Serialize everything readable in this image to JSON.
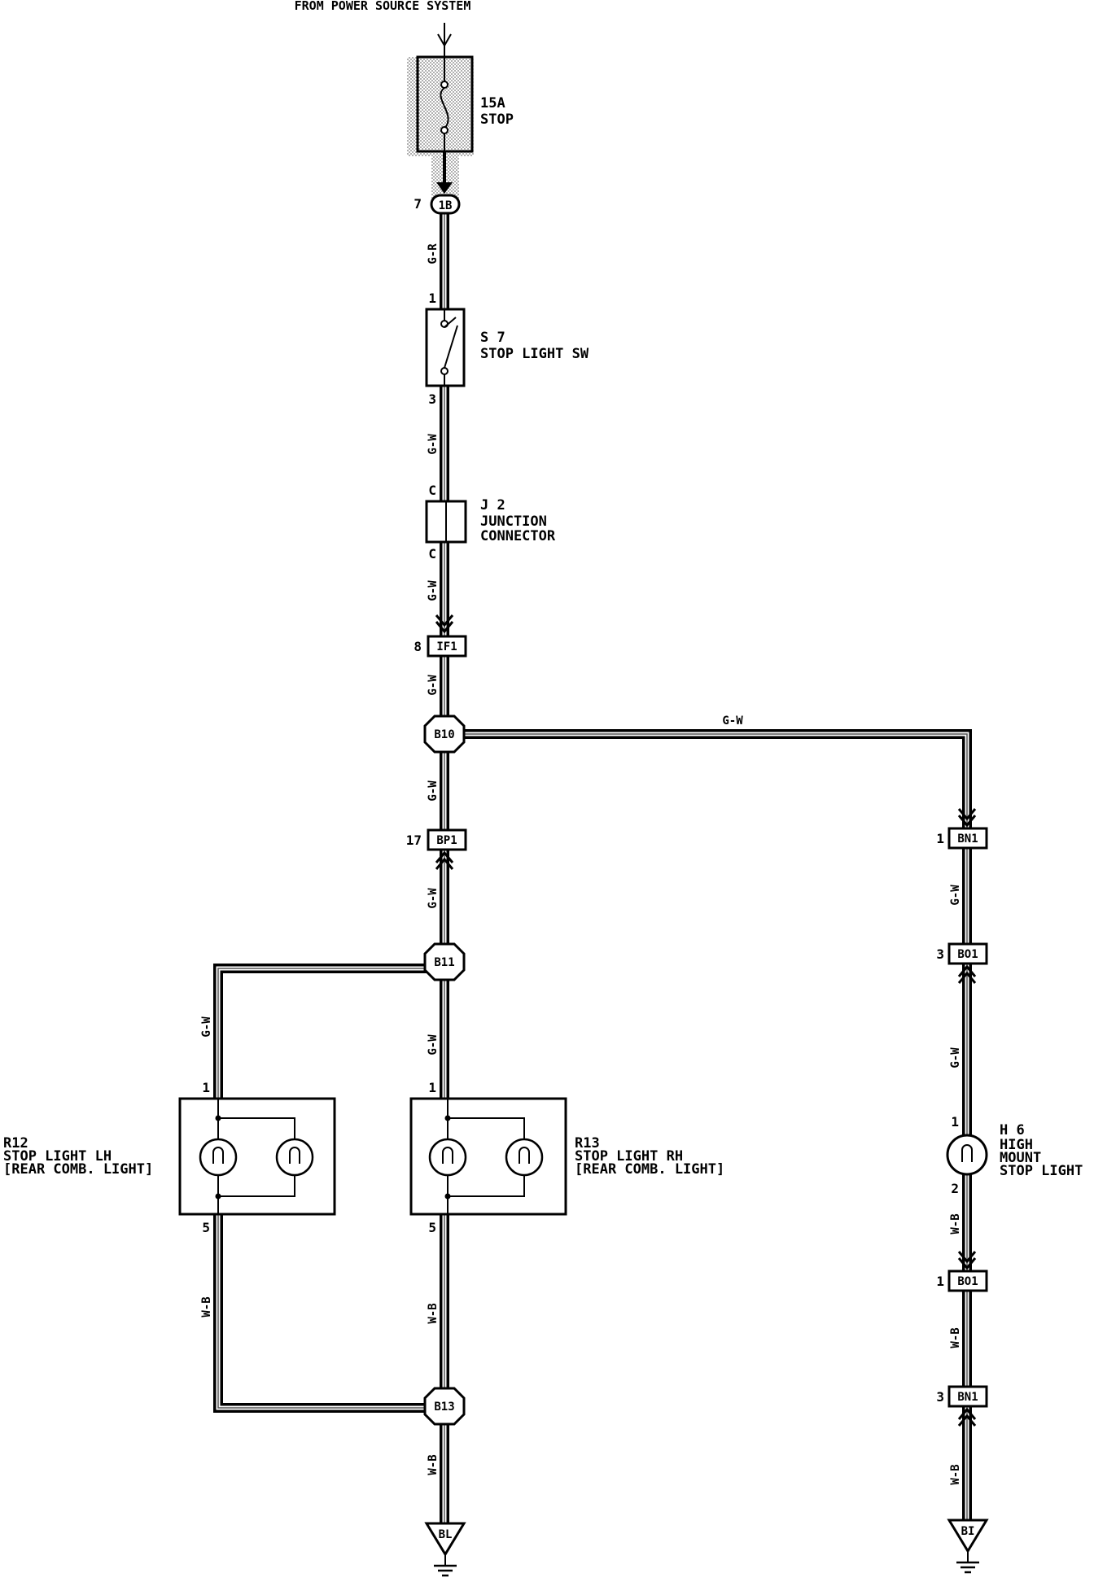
{
  "title": "FROM POWER SOURCE SYSTEM",
  "fuse": {
    "rating": "15A",
    "name": "STOP"
  },
  "connectors": {
    "c_1B": {
      "label": "1B",
      "pin": "7"
    },
    "c_IF1": {
      "label": "IF1",
      "pin": "8"
    },
    "c_BP1": {
      "label": "BP1",
      "pin": "17"
    },
    "c_BN1_top": {
      "label": "BN1",
      "pin": "1"
    },
    "c_BO1_top": {
      "label": "BO1",
      "pin": "3"
    },
    "c_BO1_bot": {
      "label": "BO1",
      "pin": "1"
    },
    "c_BN1_bot": {
      "label": "BN1",
      "pin": "3"
    }
  },
  "splices": {
    "b10": "B10",
    "b11": "B11",
    "b13": "B13"
  },
  "grounds": {
    "bl": "BL",
    "bi": "BI"
  },
  "switch": {
    "code": "S 7",
    "name": "STOP LIGHT SW",
    "pin_in": "1",
    "pin_out": "3"
  },
  "junction": {
    "code": "J 2",
    "line1": "JUNCTION",
    "line2": "CONNECTOR",
    "pin_in": "C",
    "pin_out": "C"
  },
  "lh_light": {
    "code": "R12",
    "line1": "STOP LIGHT LH",
    "line2": "[REAR COMB. LIGHT]",
    "pin_in": "1",
    "pin_out": "5"
  },
  "rh_light": {
    "code": "R13",
    "line1": "STOP LIGHT RH",
    "line2": "[REAR COMB. LIGHT]",
    "pin_in": "1",
    "pin_out": "5"
  },
  "high_mount": {
    "code": "H 6",
    "line1": "HIGH",
    "line2": "MOUNT",
    "line3": "STOP LIGHT",
    "pin_in": "1",
    "pin_out": "2"
  },
  "wires": {
    "w_gr": "G-R",
    "w_gw1": "G-W",
    "w_gw2": "G-W",
    "w_gw3": "G-W",
    "w_gw4": "G-W",
    "w_gw5": "G-W",
    "w_gw_h": "G-W",
    "w_gw6": "G-W",
    "w_gw7": "G-W",
    "w_gw8": "G-W",
    "w_gw9": "G-W",
    "w_wb1": "W-B",
    "w_wb2": "W-B",
    "w_wb3": "W-B",
    "w_wb4": "W-B",
    "w_wb5": "W-B",
    "w_wb6": "W-B"
  }
}
